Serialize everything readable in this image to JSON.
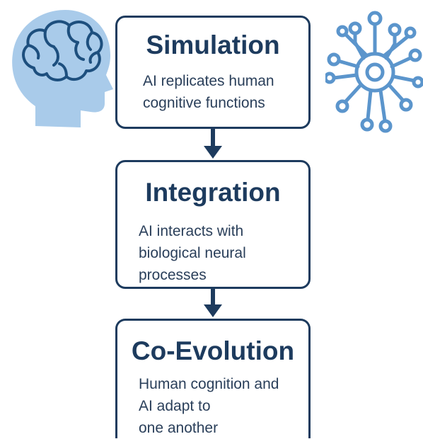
{
  "diagram": {
    "steps": [
      {
        "title": "Simulation",
        "description": "AI replicates human\ncognitive functions"
      },
      {
        "title": "Integration",
        "description": "AI interacts with\nbiological neural\nprocesses"
      },
      {
        "title": "Co-Evolution",
        "description": "Human cognition and\nAI adapt to\none another"
      }
    ]
  },
  "icons": {
    "left": "human-head-with-brain-icon",
    "right": "neural-network-chip-icon"
  },
  "colors": {
    "box_border": "#1d3b5e",
    "title_text": "#1d3b5e",
    "desc_text": "#2a3f5a",
    "arrow": "#1d3b5e",
    "icon_fill": "#9ec3e6",
    "icon_stroke": "#5b95cc"
  }
}
